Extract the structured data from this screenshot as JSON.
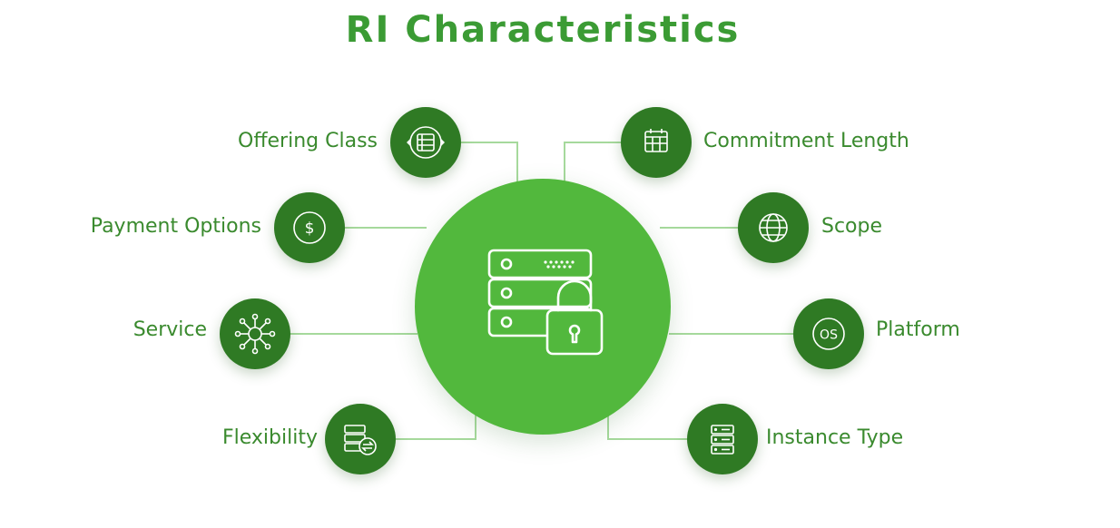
{
  "title": "RI Characteristics",
  "colors": {
    "title": "#3b9b34",
    "hub": "#52b83d",
    "node": "#2f7a24",
    "label": "#3a8a2e",
    "connector": "#a6d99c"
  },
  "hub": {
    "icon": "server-lock-icon"
  },
  "items": [
    {
      "label": "Offering Class",
      "icon": "offering-class-icon",
      "side": "left"
    },
    {
      "label": "Payment Options",
      "icon": "dollar-icon",
      "side": "left"
    },
    {
      "label": "Service",
      "icon": "network-hub-icon",
      "side": "left"
    },
    {
      "label": "Flexibility",
      "icon": "server-swap-icon",
      "side": "left"
    },
    {
      "label": "Commitment Length",
      "icon": "calendar-icon",
      "side": "right"
    },
    {
      "label": "Scope",
      "icon": "globe-icon",
      "side": "right"
    },
    {
      "label": "Platform",
      "icon": "os-icon",
      "side": "right"
    },
    {
      "label": "Instance Type",
      "icon": "server-rack-icon",
      "side": "right"
    }
  ]
}
